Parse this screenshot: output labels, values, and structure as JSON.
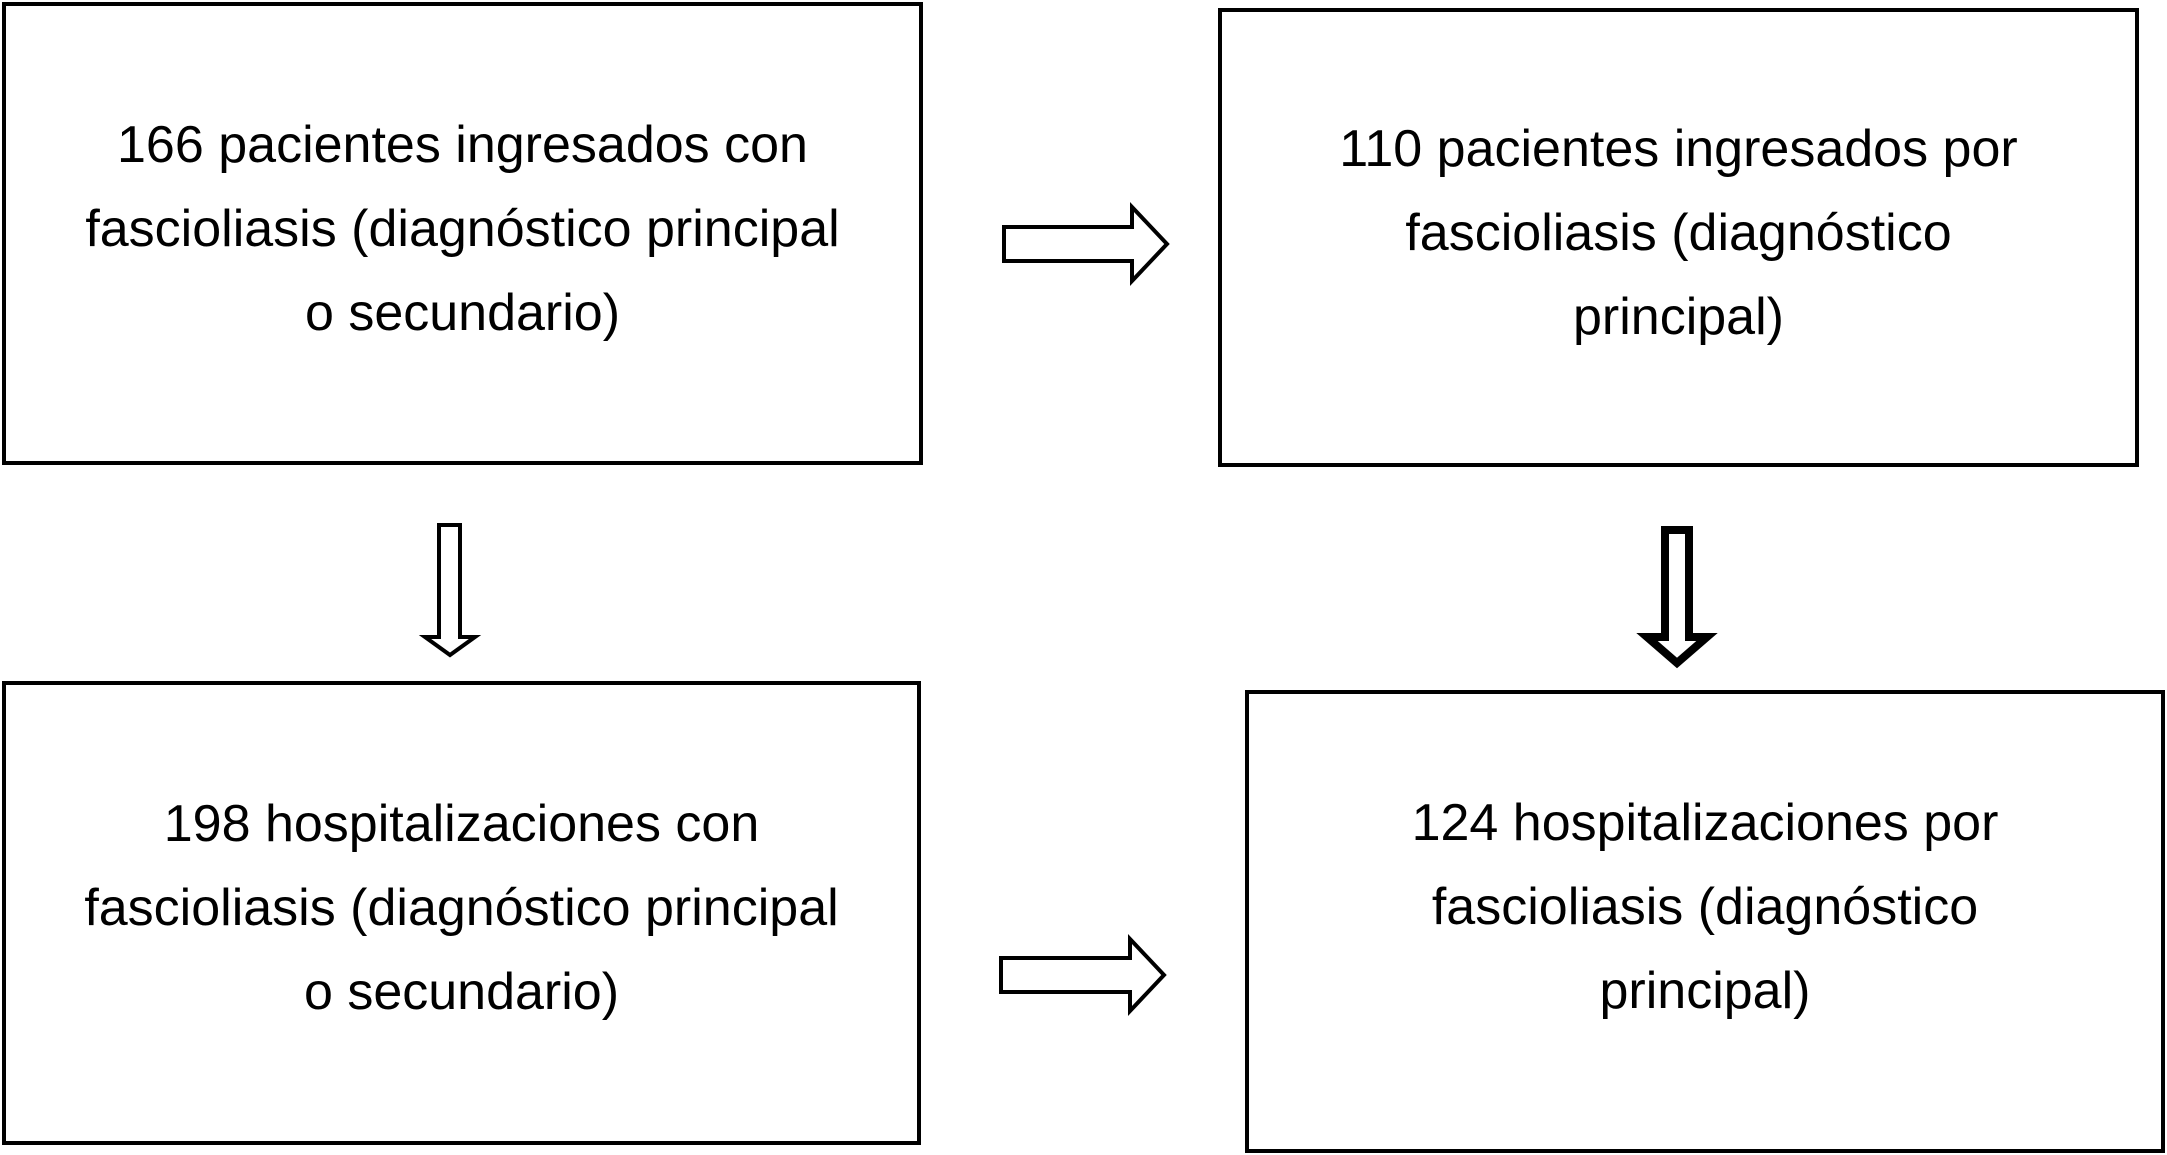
{
  "diagram": {
    "boxes": {
      "top_left": "166 pacientes ingresados con\nfascioliasis (diagnóstico principal\no secundario)",
      "top_right": "110 pacientes ingresados por\nfascioliasis (diagnóstico\nprincipal)",
      "bottom_left": "198 hospitalizaciones con\nfascioliasis (diagnóstico principal\no secundario)",
      "bottom_right": "124 hospitalizaciones por\nfascioliasis (diagnóstico\nprincipal)"
    },
    "connections": [
      {
        "from": "top_left",
        "to": "top_right",
        "style": "hollow"
      },
      {
        "from": "top_left",
        "to": "bottom_left",
        "style": "hollow"
      },
      {
        "from": "top_right",
        "to": "bottom_right",
        "style": "bold-hollow"
      },
      {
        "from": "bottom_left",
        "to": "bottom_right",
        "style": "hollow"
      }
    ],
    "colors": {
      "stroke": "#000000",
      "fill": "#ffffff"
    }
  }
}
